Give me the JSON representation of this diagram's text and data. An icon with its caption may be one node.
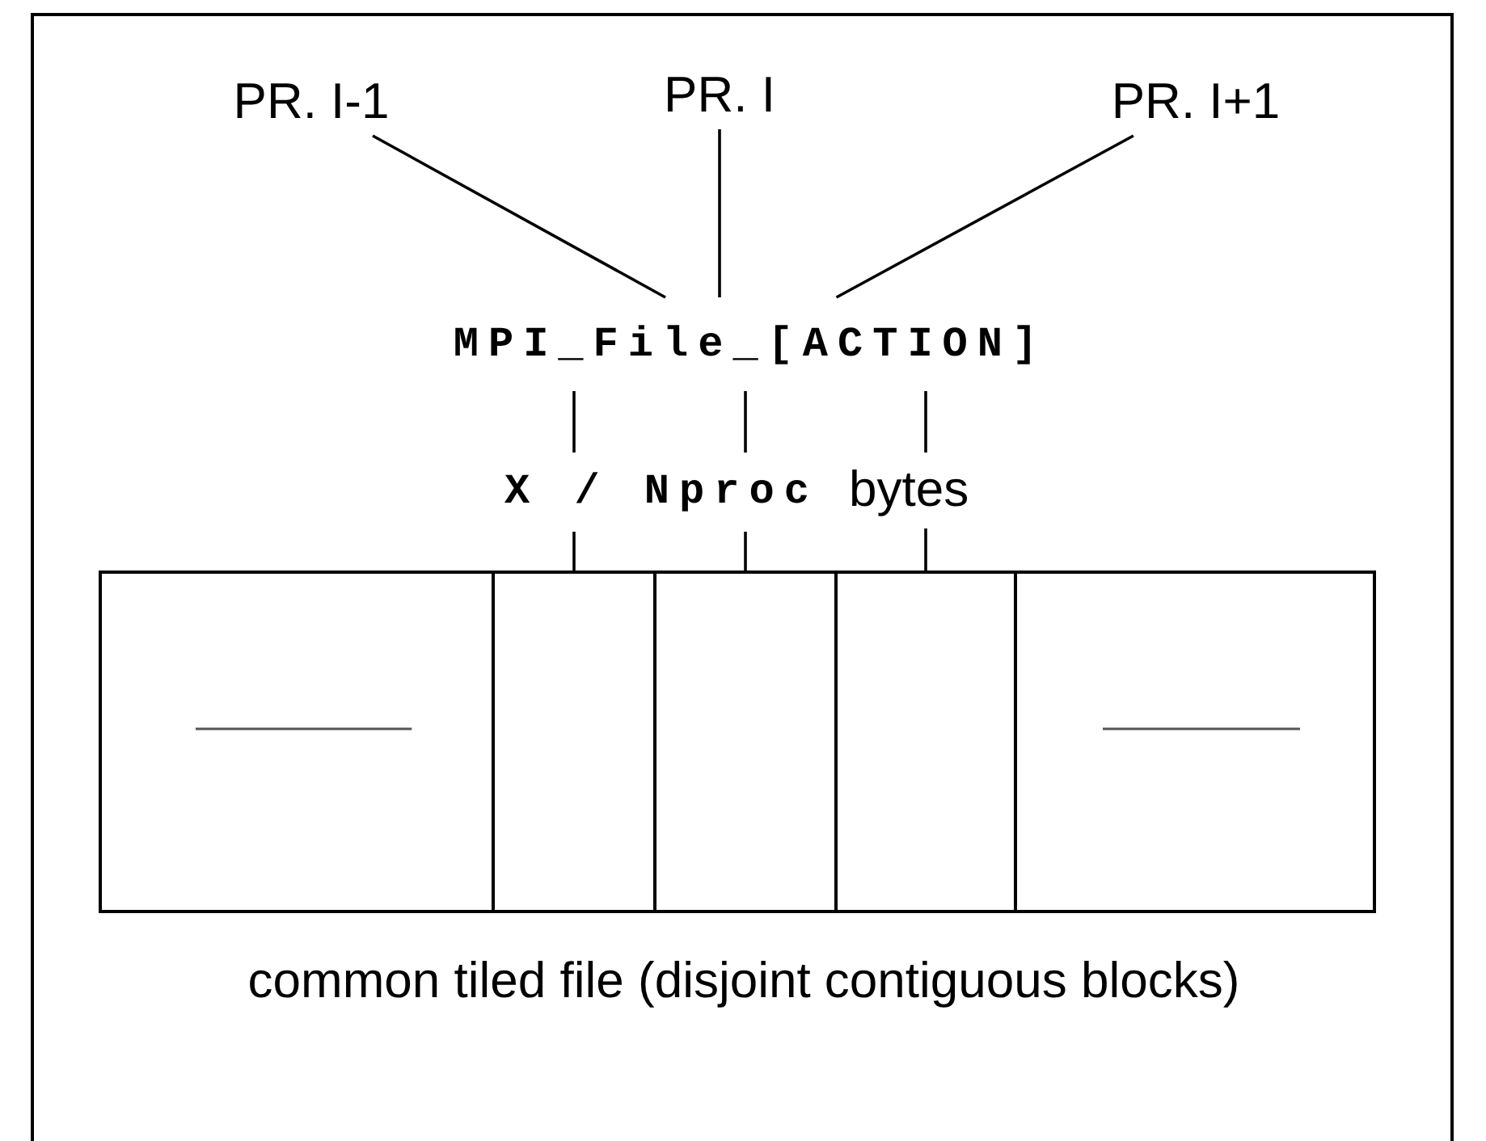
{
  "diagram": {
    "caption": "common tiled file (disjoint contiguous blocks)",
    "nodes": [
      {
        "text": [
          "PR. I-1"
        ]
      },
      {
        "text": [
          "PR. I"
        ]
      },
      {
        "text": [
          "PR. I+1"
        ]
      },
      {
        "text": [
          "MPI_File_[ACTION]"
        ]
      },
      {
        "text": [],
        "shape": "box"
      },
      {
        "text": [],
        "shape": "box"
      },
      {
        "text": [],
        "shape": "box"
      },
      {
        "text": [],
        "shape": "box"
      },
      {
        "text": [],
        "shape": "box"
      }
    ],
    "edges": [
      {
        "from": 0,
        "to": 3,
        "arrow": "none"
      },
      {
        "from": 1,
        "to": 3,
        "arrow": "none"
      },
      {
        "from": 2,
        "to": 3,
        "arrow": "none"
      },
      {
        "from": 3,
        "to": 5,
        "arrow": "none"
      },
      {
        "from": 3,
        "to": 6,
        "arrow": "none"
      },
      {
        "from": 3,
        "to": 7,
        "arrow": "none"
      }
    ],
    "labels": [
      "X / Nproc",
      "bytes"
    ]
  }
}
